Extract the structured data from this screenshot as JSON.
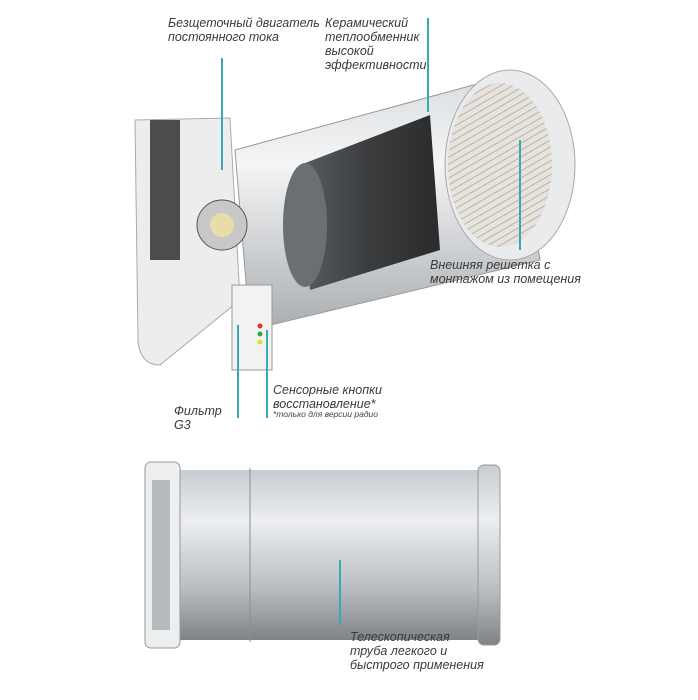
{
  "labels": {
    "motor": "Безщеточный двигатель\nпостоянного тока",
    "ceramic": "Керамический\nтеплообменник\nвысокой\nэффективности",
    "outer_grille": "Внешняя решетка с\nмонтажом из помещения",
    "filter": "Фильтр\nG3",
    "sensor": "Сенсорные кнопки\nвосстановление*",
    "sensor_note": "*только для версии радио",
    "tube": "Телескопическая\nтруба легкого и\nбыстрого применения"
  },
  "colors": {
    "leader": "#3aa9b5",
    "text": "#3a3a3a"
  }
}
